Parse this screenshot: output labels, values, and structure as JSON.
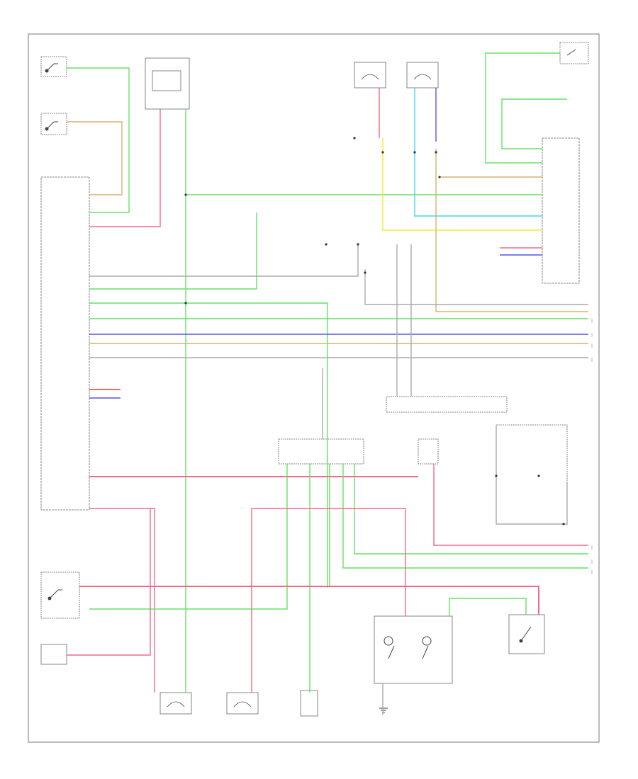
{
  "diagram": {
    "footer_code": "",
    "colors": {
      "border": "#777777",
      "green": "#66e066",
      "pink": "#f06a8a",
      "red": "#e03a3a",
      "blue": "#5555ee",
      "cyan": "#44d8e8",
      "yellow": "#eeee33",
      "tan": "#d8b070",
      "gray": "#aaaaaa"
    },
    "icons": [
      "switch-symbol",
      "relay-symbol",
      "lamp-symbol",
      "connector-symbol",
      "ground-symbol"
    ]
  }
}
